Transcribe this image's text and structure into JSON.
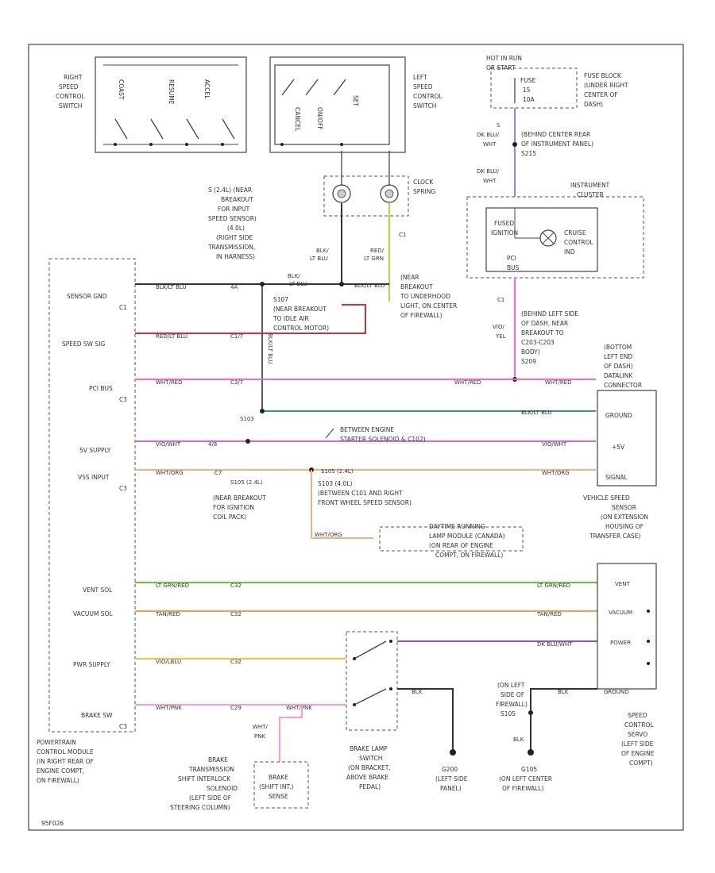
{
  "labels": {
    "right_switch": [
      "RIGHT",
      "SPEED",
      "CONTROL",
      "SWITCH"
    ],
    "left_switch": [
      "LEFT",
      "SPEED",
      "CONTROL",
      "SWITCH"
    ],
    "right_switch_buttons": [
      "COAST",
      "RESUME",
      "ACCEL"
    ],
    "left_switch_buttons": [
      "SET",
      "CANCEL",
      "ON/OFF"
    ],
    "fuse_block": [
      "FUSE BLOCK",
      "(UNDER RIGHT",
      "CENTER OF",
      "DASH)"
    ],
    "hot_in_run": [
      "HOT IN RUN",
      "OR START"
    ],
    "fuse": [
      "FUSE",
      "15",
      "10A"
    ],
    "s_behind_center": [
      "S",
      "(BEHIND CENTER REAR",
      "OF INSTRUMENT PANEL)",
      "S215"
    ],
    "wire_dk_blu_wht_1": [
      "DK BLU/",
      "WHT"
    ],
    "wire_dk_blu_wht_2": [
      "DK BLU/",
      "WHT"
    ],
    "instrument_cluster": [
      "INSTRUMENT",
      "CLUSTER"
    ],
    "fused_ignition": [
      "FUSED",
      "IGNITION"
    ],
    "cruise_control_ind": [
      "CRUISE",
      "CONTROL",
      "IND"
    ],
    "pci_bus_cluster": [
      "PCI",
      "BUS"
    ],
    "clock_spring": [
      "CLOCK",
      "SPRING"
    ],
    "s_near_breakout": [
      "S (2.4L) (NEAR",
      "BREAKOUT",
      "FOR INPUT",
      "SPEED SENSOR)",
      "(4.0L)",
      "(RIGHT SIDE",
      "TRANSMISSION,",
      "IN HARNESS)"
    ],
    "wire_blk_lt_blu": [
      "BLK/",
      "LT BLU"
    ],
    "wire_red_lt_grn": [
      "RED/",
      "LT GRN"
    ],
    "c1_clock": "C1",
    "near_breakout_underhood": [
      "(NEAR",
      "BREAKOUT",
      "TO UNDERHOOD",
      "LIGHT, ON CENTER",
      "OF FIREWALL)"
    ],
    "s107": [
      "S107",
      "(NEAR BREAKOUT",
      "TO IDLE AIR",
      "CONTROL MOTOR)"
    ],
    "behind_left_dash": [
      "(BEHIND LEFT SIDE",
      "OF DASH, NEAR",
      "BREAKOUT TO",
      "C203-C203",
      "BODY)",
      "S209"
    ],
    "bottom_left_dash": [
      "(BOTTOM",
      "LEFT END",
      "OF DASH)",
      "DATALINK",
      "CONNECTOR"
    ],
    "wire_vio_yel": [
      "VIO/",
      "YEL"
    ],
    "pcm_pins": [
      "SENSOR GND",
      "SPEED SW SIG",
      "PCI BUS",
      "5V SUPPLY",
      "VSS INPUT",
      "VENT SOL",
      "VACUUM SOL",
      "PWR SUPPLY",
      "BRAKE SW"
    ],
    "pcm_connectors": [
      "C1",
      "C3",
      "C3",
      "C3"
    ],
    "pcm_title": [
      "POWERTRAIN",
      "CONTROL MODULE",
      "(IN RIGHT REAR OF",
      "ENGINE COMPT,",
      "ON FIREWALL)"
    ],
    "s103": "S103",
    "between_engine": [
      "BETWEEN ENGINE",
      "STARTER SOLENOID & C102)"
    ],
    "s105_1": "S105 (2.4L)",
    "s105_2": "S105 (2.4L)",
    "near_ignition_coil": [
      "(NEAR BREAKOUT",
      "FOR IGNITION",
      "COIL PACK)"
    ],
    "s103_4l": [
      "S103 (4.0L)",
      "(BETWEEN C101 AND RIGHT",
      "FRONT WHEEL SPEED SENSOR)"
    ],
    "drl_module": [
      "DAYTIME RUNNING",
      "LAMP MODULE (CANADA)",
      "(ON REAR OF ENGINE",
      "COMPT, ON FIREWALL)"
    ],
    "vss_box": [
      "GROUND",
      "+5V",
      "SIGNAL"
    ],
    "vss_title": [
      "VEHICLE SPEED",
      "SENSOR",
      "(ON EXTENSION",
      "HOUSING OF",
      "TRANSFER CASE)"
    ],
    "servo_pins": [
      "VENT",
      "VACUUM",
      "POWER",
      "GROUND"
    ],
    "servo_title": [
      "SPEED",
      "CONTROL",
      "SERVO",
      "(LEFT SIDE",
      "OF ENGINE",
      "COMPT)"
    ],
    "brake_lamp_switch": [
      "BRAKE LAMP",
      "SWITCH",
      "(ON BRACKET,",
      "ABOVE BRAKE",
      "PEDAL)"
    ],
    "wire_wht_pnk": [
      "WHT/",
      "PNK"
    ],
    "brake_sense": [
      "BRAKE",
      "(SHIFT INT.)",
      "SENSE"
    ],
    "bts_title": [
      "BRAKE",
      "TRANSMISSION",
      "SHIFT INTERLOCK",
      "SOLENOID",
      "(LEFT SIDE OF",
      "STEERING COLUMN)"
    ],
    "g200": [
      "G200",
      "(LEFT SIDE",
      "PANEL)"
    ],
    "g105": [
      "G105",
      "(ON LEFT CENTER",
      "OF FIREWALL)"
    ],
    "on_left_firewall": [
      "(ON LEFT",
      "SIDE OF",
      "FIREWALL)",
      "S105"
    ],
    "wire_blk": "BLK",
    "wire_blk2": "BLK",
    "footer_code": "95F026"
  },
  "wire_labels": {
    "sensor_gnd": [
      "BLK/LT BLU",
      "4A"
    ],
    "speed_sw": [
      "RED/LT BLU",
      "C1/7"
    ],
    "pci_bus": [
      "WHT/RED",
      "C3/7",
      "WHT/RED"
    ],
    "ground_v": [
      "BLK/LT BLU"
    ],
    "five_v": [
      "VIO/WHT",
      "4/8",
      "VIO/WHT"
    ],
    "vss": [
      "WHT/ORG",
      "C7",
      "WHT/ORG"
    ],
    "vent": [
      "LT GRN/RED",
      "C32",
      "LT GRN/RED"
    ],
    "vacuum": [
      "TAN/RED",
      "C32",
      "TAN/RED"
    ],
    "pwr": [
      "VIO/LBLU",
      "C32",
      "DK BLU/WHT"
    ],
    "brake": [
      "WHT/PNK",
      "C29",
      "WHT/PNK"
    ],
    "drl_wire": "WHT/ORG",
    "blk_servo": "BLK",
    "sensor_gnd_extra": [
      "BLK/",
      "LT BLU",
      "BLK/LT BLU"
    ]
  },
  "colors": {
    "sensor_gnd": "#333333",
    "speed_sw": "#cc3333",
    "pci_bus": "#ff66cc",
    "pci_vertical": "#ff66cc",
    "teal": "#339988",
    "five_v": "#dd66dd",
    "vss": "#f2b080",
    "vent": "#66cc33",
    "vacuum": "#ff9955",
    "pwr": "#ffbb44",
    "pwr_right": "#8855cc",
    "brake": "#ff99cc",
    "dk_blu_wht": "#8888ee",
    "red_lt_grn": "#aadd44"
  }
}
